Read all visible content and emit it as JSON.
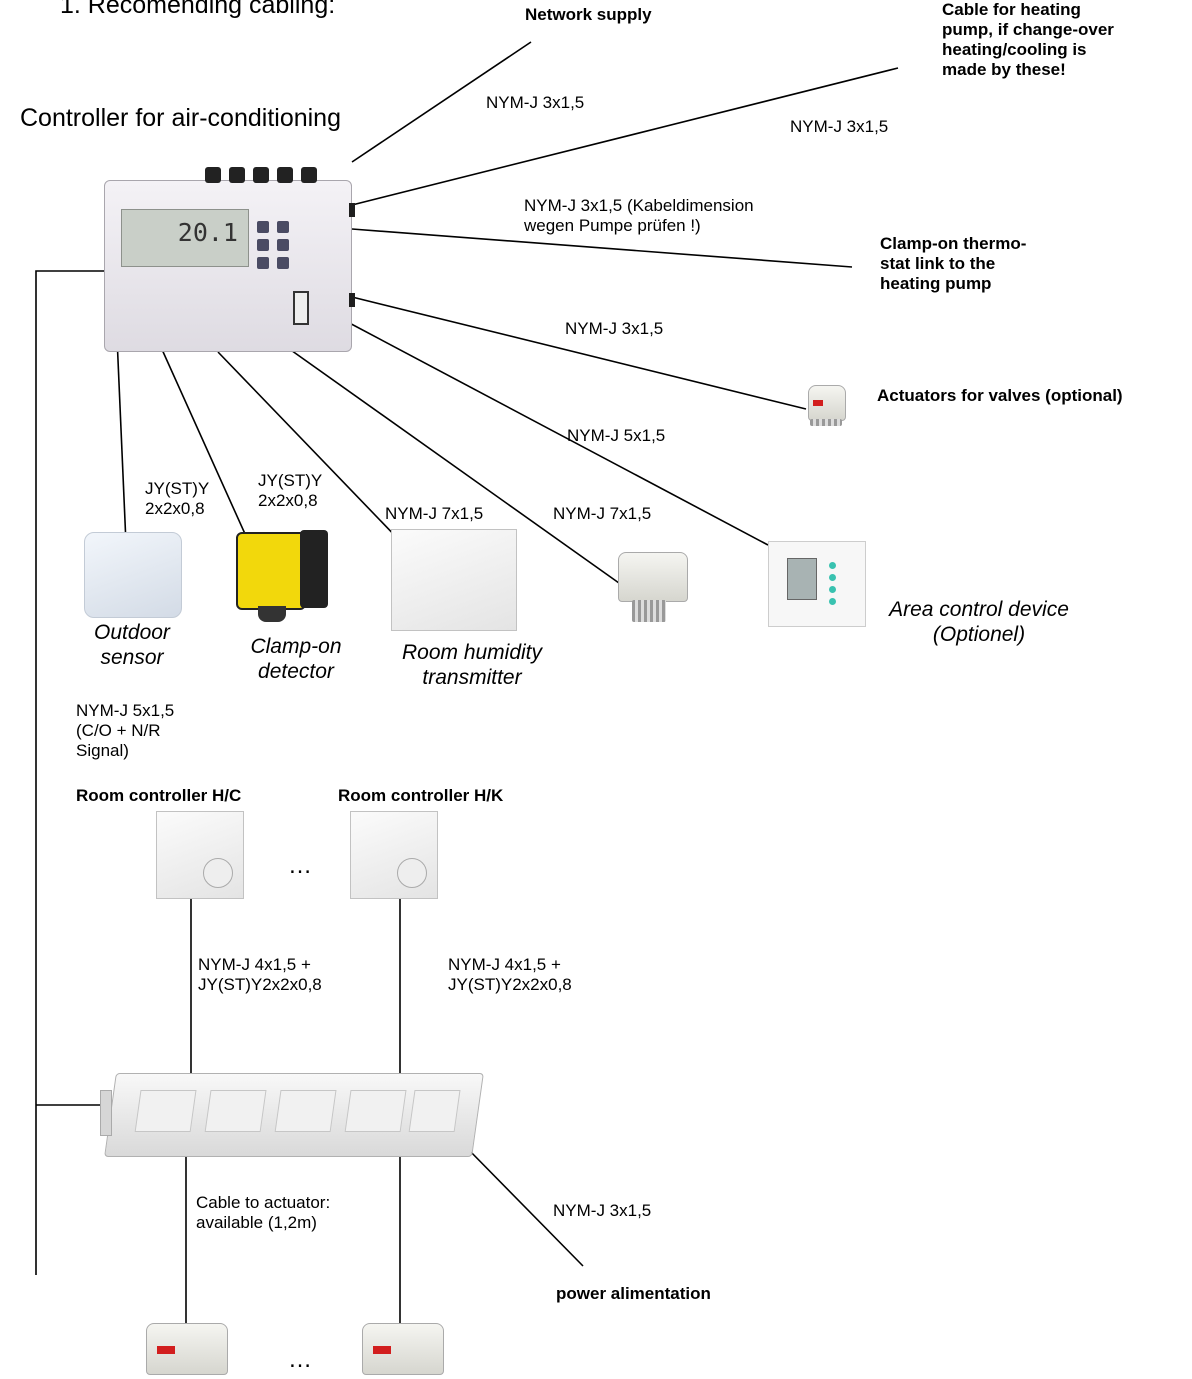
{
  "heading": "1.   Recomending cabling:",
  "controller_label": "Controller for air-conditioning",
  "controller_display": "20.1",
  "labels": {
    "network_supply": "Network supply",
    "cable_heating_pump": "Cable for heating\npump, if change-over\nheating/cooling is\nmade by these!",
    "clamp_thermostat": "Clamp-on thermo-\nstat link to the\nheating pump",
    "actuators_valves": "Actuators for valves (optional)",
    "room_controller_hc": "Room controller H/C",
    "room_controller_hk": "Room controller H/K",
    "power_alimentation": "power alimentation"
  },
  "device_captions": {
    "outdoor_sensor": "Outdoor\nsensor",
    "clamp_detector": "Clamp-on\ndetector",
    "humidity_transmitter": "Room humidity\ntransmitter",
    "area_control": "Area control device\n(Optionel)"
  },
  "cables": {
    "network": "NYM-J 3x1,5",
    "heating_pump": "NYM-J 3x1,5",
    "pump_check": "NYM-J 3x1,5 (Kabeldimension\nwegen Pumpe prüfen !)",
    "actuators": "NYM-J 3x1,5",
    "area_control": "NYM-J 5x1,5",
    "outdoor": "JY(ST)Y\n2x2x0,8",
    "clamp": "JY(ST)Y\n2x2x0,8",
    "humidity": "NYM-J 7x1,5",
    "valve_actuator": "NYM-J 7x1,5",
    "room_bus": "NYM-J 5x1,5\n(C/O + N/R\n Signal)",
    "room_hc": "NYM-J 4x1,5 +\nJY(ST)Y2x2x0,8",
    "room_hk": "NYM-J 4x1,5 +\nJY(ST)Y2x2x0,8",
    "actuator_cable": "Cable to actuator:\navailable (1,2m)",
    "power": "NYM-J 3x1,5"
  },
  "ellipsis": "…"
}
